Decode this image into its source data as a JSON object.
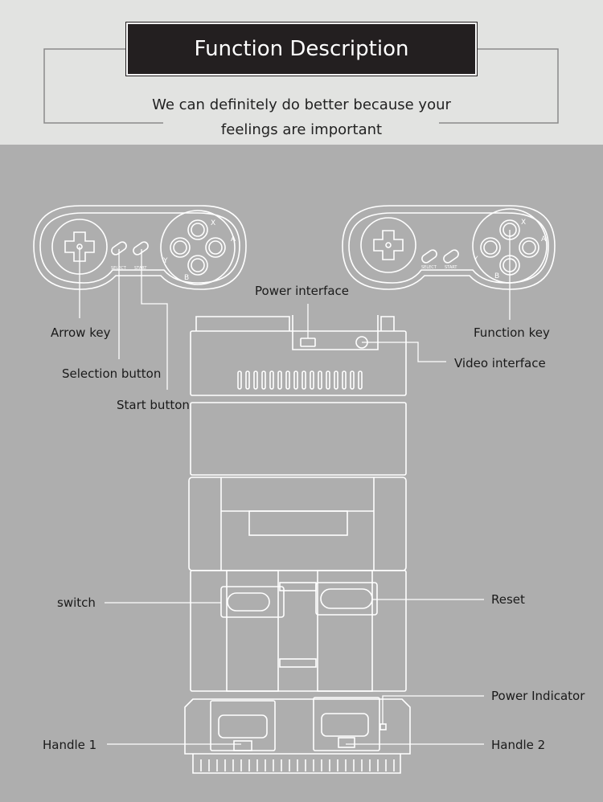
{
  "header": {
    "title": "Function Description",
    "subtitle_line1": "We can definitely do better because your",
    "subtitle_line2": "feelings are important"
  },
  "controller": {
    "button_x": "X",
    "button_y": "Y",
    "button_a": "A",
    "button_b": "B",
    "select": "SELECT",
    "start": "START"
  },
  "labels": {
    "power_interface": "Power interface",
    "arrow_key": "Arrow key",
    "function_key": "Function key",
    "selection_button": "Selection button",
    "video_interface": "Video interface",
    "start_button": "Start button",
    "switch": "switch",
    "reset": "Reset",
    "power_indicator": "Power Indicator",
    "handle_1": "Handle 1",
    "handle_2": "Handle 2"
  },
  "colors": {
    "header_bg": "#e2e3e1",
    "main_bg": "#aeaeae",
    "title_bg": "#231f20",
    "line": "#ffffff"
  }
}
